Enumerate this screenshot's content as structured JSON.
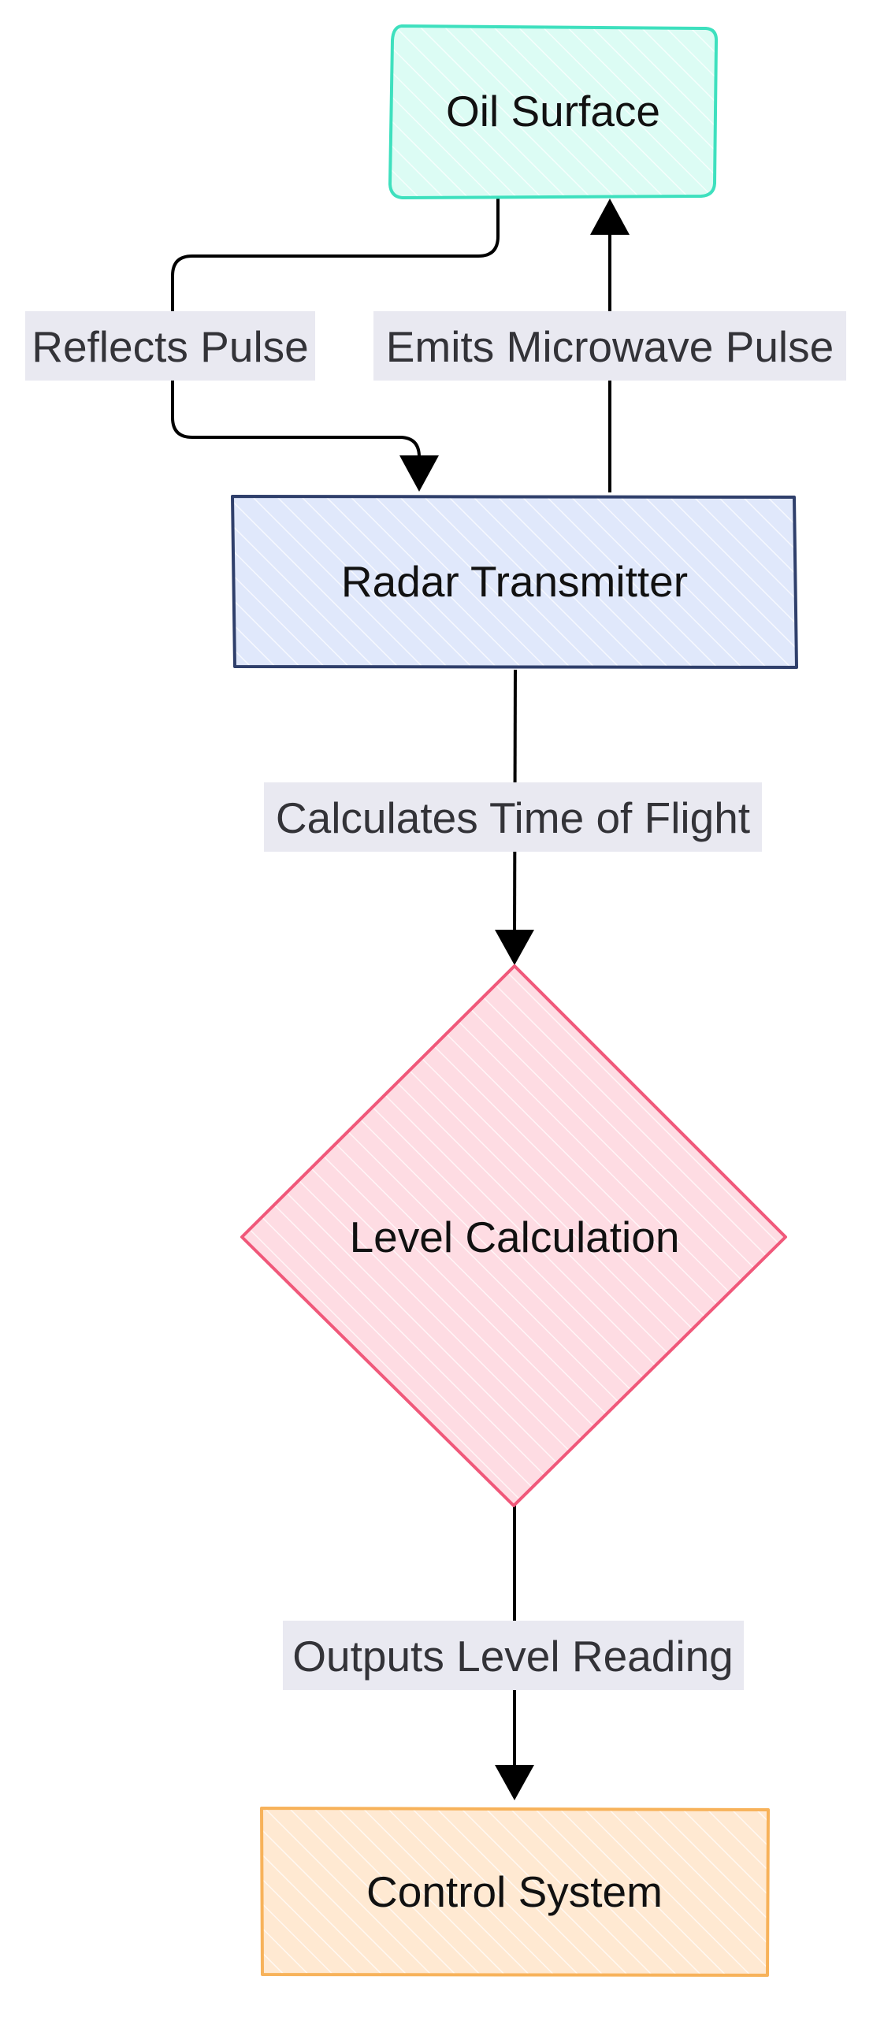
{
  "diagram": {
    "nodes": {
      "oil_surface": {
        "label": "Oil Surface",
        "fill": "#dcfcf4",
        "stroke": "#3ee0be"
      },
      "radar_transmitter": {
        "label": "Radar Transmitter",
        "fill": "#e0e8fb",
        "stroke": "#2f3f6b"
      },
      "level_calculation": {
        "label": "Level Calculation",
        "fill": "#fedce3",
        "stroke": "#f0587a"
      },
      "control_system": {
        "label": "Control System",
        "fill": "#ffe9d2",
        "stroke": "#f7b25a"
      }
    },
    "edges": {
      "reflects_pulse": {
        "label": "Reflects Pulse",
        "from": "Oil Surface",
        "to": "Radar Transmitter"
      },
      "emits_pulse": {
        "label": "Emits Microwave Pulse",
        "from": "Radar Transmitter",
        "to": "Oil Surface"
      },
      "time_of_flight": {
        "label": "Calculates Time of Flight",
        "from": "Radar Transmitter",
        "to": "Level Calculation"
      },
      "outputs_reading": {
        "label": "Outputs Level Reading",
        "from": "Level Calculation",
        "to": "Control System"
      }
    },
    "colors": {
      "edge": "#000000",
      "edge_label_bg": "#e9e9f1",
      "hatch": "#ffffff"
    }
  }
}
